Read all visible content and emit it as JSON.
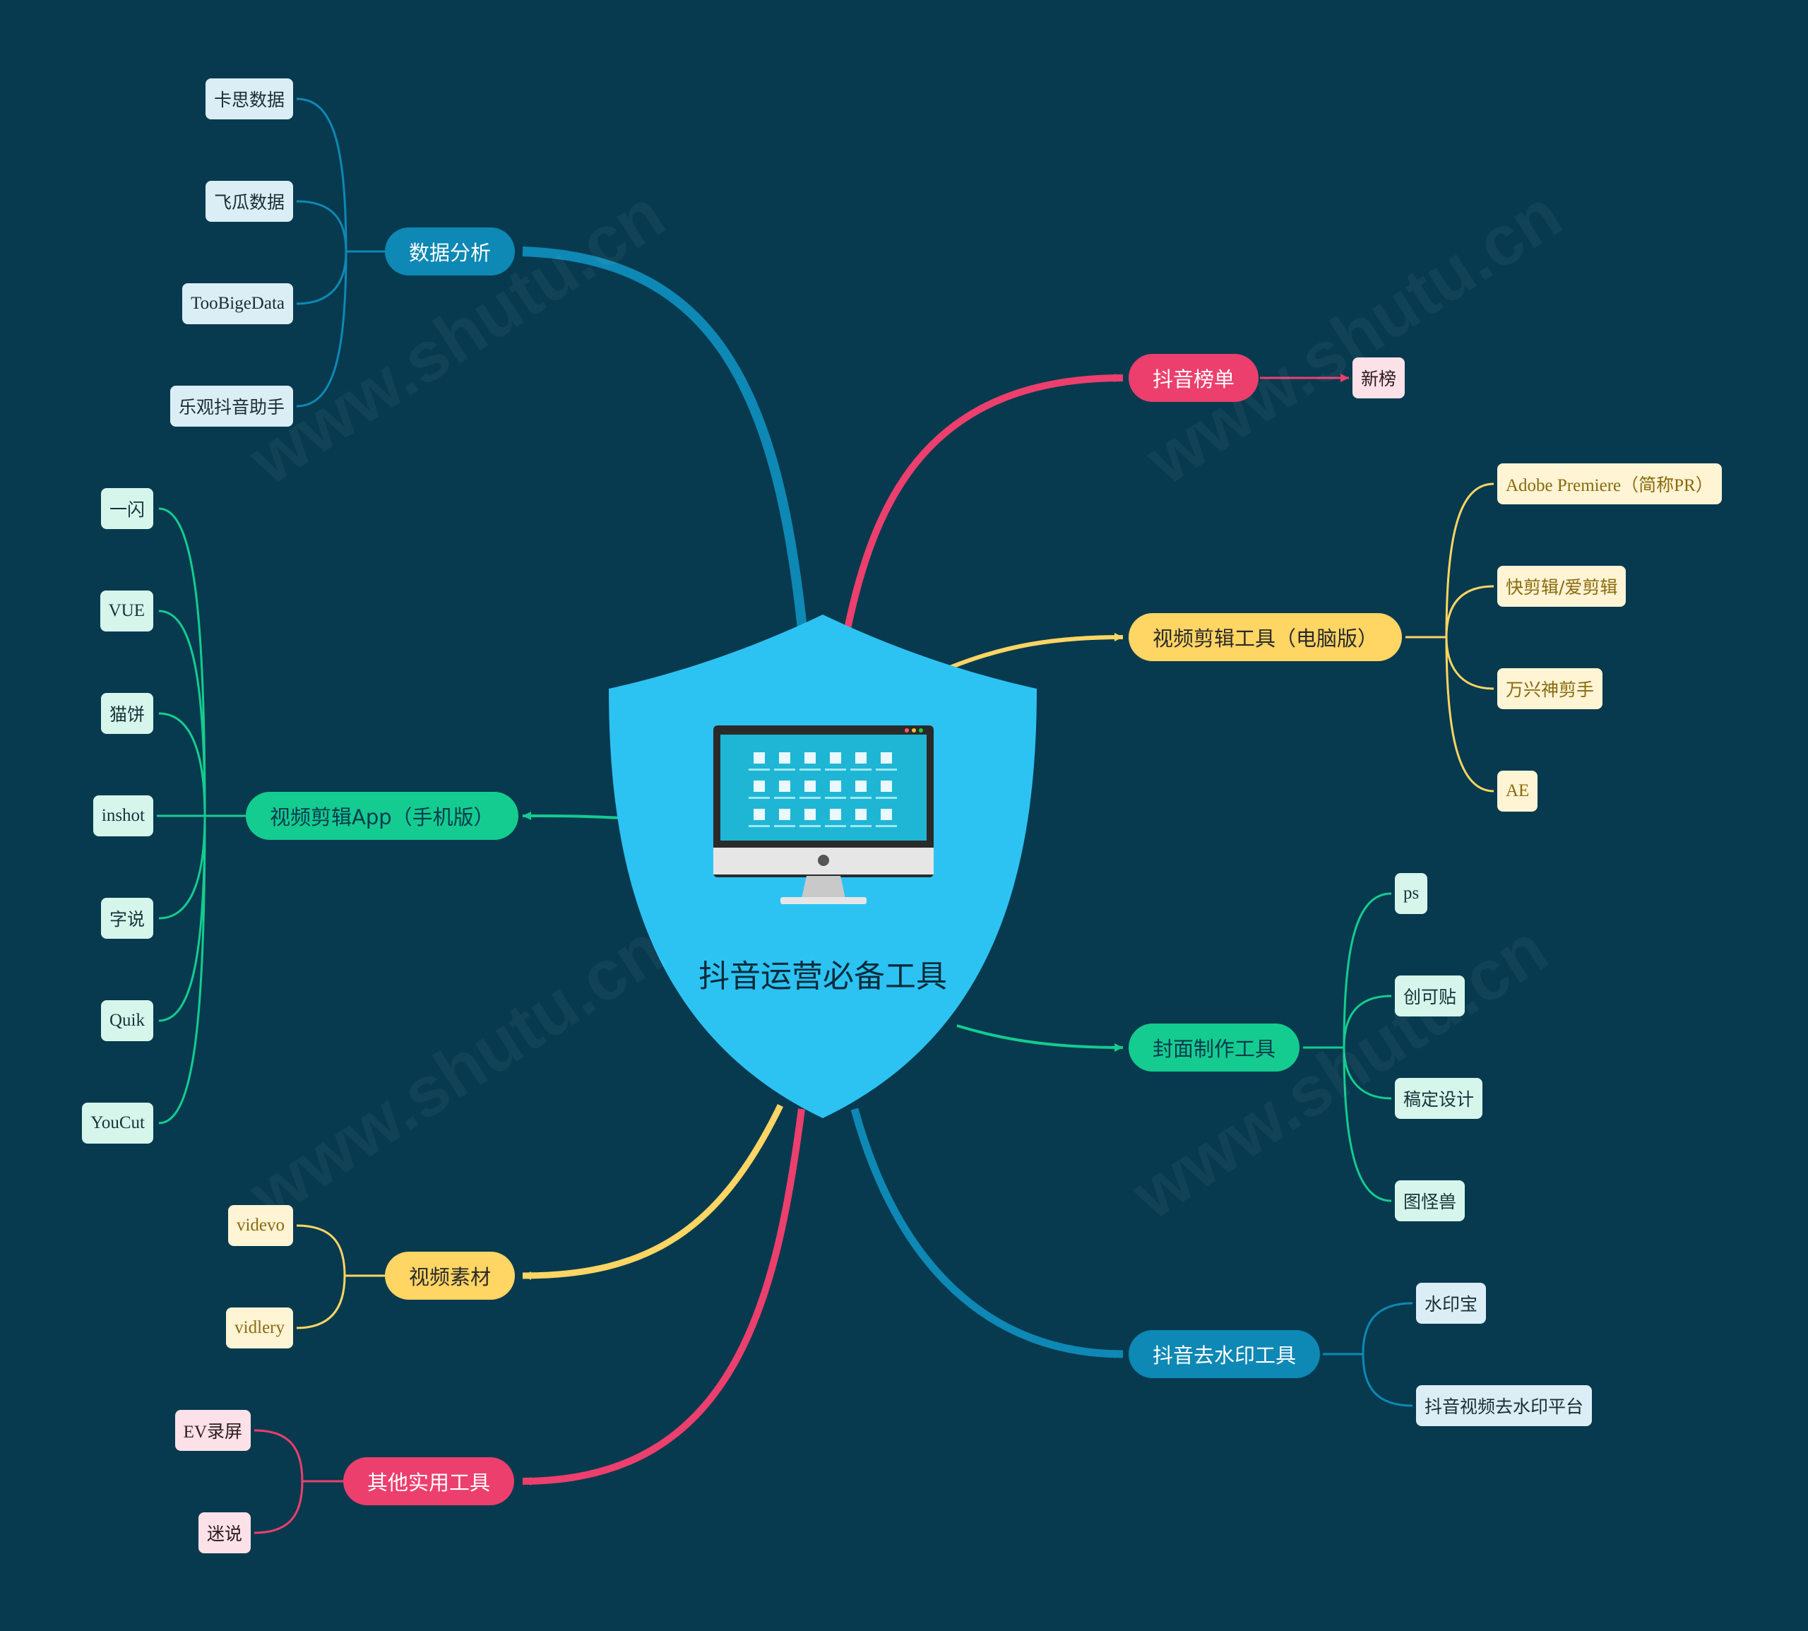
{
  "center": {
    "title": "抖音运营必备工具",
    "icon": "desktop-monitor-icon",
    "shield_color": "#2cc3f3"
  },
  "colors": {
    "background": "#073a4f",
    "blue": "#0e88b5",
    "red": "#ec3f6d",
    "yellow": "#ffd563",
    "green": "#14cc8f"
  },
  "branches": {
    "data_analysis": {
      "label": "数据分析",
      "children": [
        "卡思数据",
        "飞瓜数据",
        "TooBigeData",
        "乐观抖音助手"
      ]
    },
    "douyin_rank": {
      "label": "抖音榜单",
      "children": [
        "新榜"
      ]
    },
    "video_edit_pc": {
      "label": "视频剪辑工具（电脑版）",
      "children": [
        "Adobe Premiere（简称PR）",
        "快剪辑/爱剪辑",
        "万兴神剪手",
        "AE"
      ]
    },
    "video_edit_app": {
      "label": "视频剪辑App（手机版）",
      "children": [
        "一闪",
        "VUE",
        "猫饼",
        "inshot",
        "字说",
        "Quik",
        "YouCut"
      ]
    },
    "cover_tools": {
      "label": "封面制作工具",
      "children": [
        "ps",
        "创可贴",
        "稿定设计",
        "图怪兽"
      ]
    },
    "video_material": {
      "label": "视频素材",
      "children": [
        "videvo",
        "vidlery"
      ]
    },
    "watermark_removal": {
      "label": "抖音去水印工具",
      "children": [
        "水印宝",
        "抖音视频去水印平台"
      ]
    },
    "other_tools": {
      "label": "其他实用工具",
      "children": [
        "EV录屏",
        "迷说"
      ]
    }
  },
  "watermark_text": "www.shutu.cn"
}
